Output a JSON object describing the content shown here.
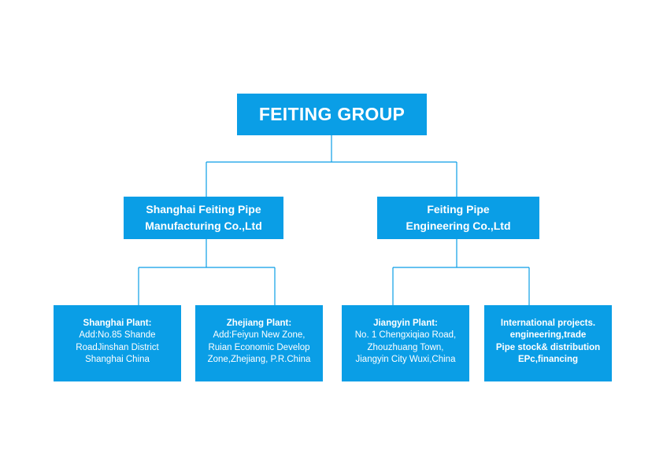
{
  "root": {
    "title": "FEITING GROUP"
  },
  "companies": [
    {
      "line1": "Shanghai Feiting Pipe",
      "line2": "Manufacturing Co.,Ltd"
    },
    {
      "line1": "Feiting Pipe",
      "line2": "Engineering Co.,Ltd"
    }
  ],
  "units": [
    {
      "title": "Shanghai Plant:",
      "lines": [
        "Add:No.85 Shande",
        "RoadJinshan District",
        "Shanghai China"
      ]
    },
    {
      "title": "Zhejiang Plant:",
      "lines": [
        "Add:Feiyun New Zone,",
        "Ruian Economic Develop",
        "Zone,Zhejiang, P.R.China"
      ]
    },
    {
      "title": "Jiangyin Plant:",
      "lines": [
        "No. 1 Chengxiqiao Road,",
        "Zhouzhuang Town,",
        "Jiangyin City Wuxi,China"
      ]
    },
    {
      "title": "",
      "lines": [
        "International projects.",
        "engineering,trade",
        "Pipe stock& distribution",
        "EPc,financing"
      ]
    }
  ],
  "colors": {
    "box": "#0a9ee6",
    "line": "#0a9ee6",
    "text": "#ffffff",
    "background": "#ffffff"
  }
}
